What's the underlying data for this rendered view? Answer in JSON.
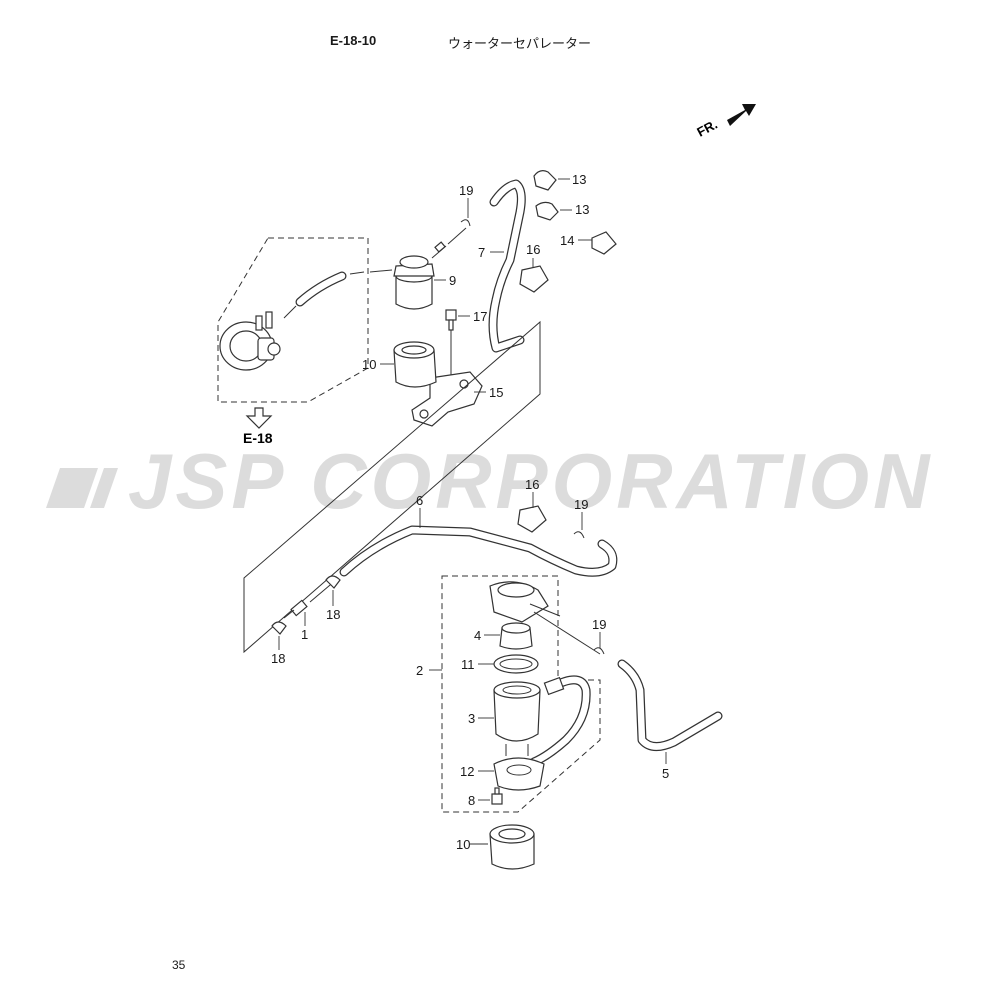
{
  "header": {
    "section_code": "E-18-10",
    "section_title": "ウォーターセパレーター"
  },
  "direction_marker": "FR.",
  "reference": "E-18",
  "watermark": "JSP CORPORATION",
  "page_number": "35",
  "callouts": {
    "c1": "1",
    "c2": "2",
    "c3": "3",
    "c4": "4",
    "c5": "5",
    "c6": "6",
    "c7": "7",
    "c8": "8",
    "c9": "9",
    "c10a": "10",
    "c10b": "10",
    "c11": "11",
    "c12": "12",
    "c13a": "13",
    "c13b": "13",
    "c14": "14",
    "c15": "15",
    "c16a": "16",
    "c16b": "16",
    "c17": "17",
    "c18a": "18",
    "c18b": "18",
    "c19a": "19",
    "c19b": "19",
    "c19c": "19"
  }
}
